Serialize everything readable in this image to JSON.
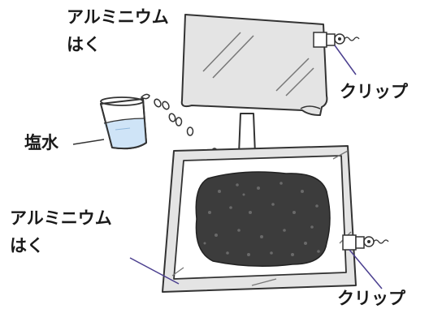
{
  "labels": {
    "foil_top_line1": "アルミニウム",
    "foil_top_line2": "はく",
    "clip_top": "クリップ",
    "salt_water": "塩水",
    "foil_bottom_line1": "アルミニウム",
    "foil_bottom_line2": "はく",
    "clip_bottom": "クリップ"
  },
  "colors": {
    "outline": "#333333",
    "foil_sheet": "#e4e4e4",
    "glare": "#777777",
    "water": "#cfe4f7",
    "cup": "#ffffff",
    "charcoal": "#3c3c3c",
    "leader_line": "#4b3f8f"
  }
}
